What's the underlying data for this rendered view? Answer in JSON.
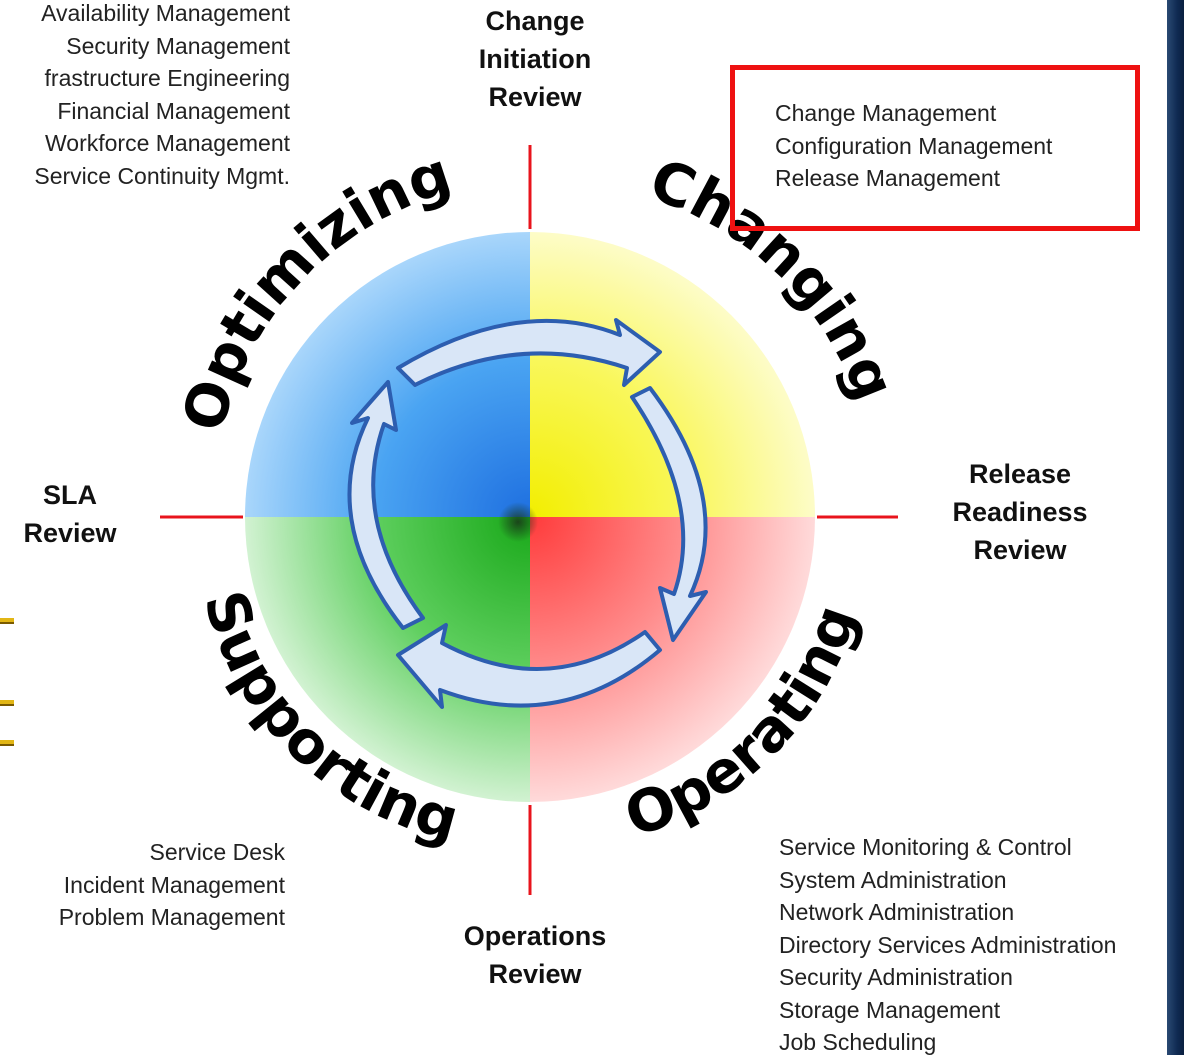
{
  "reviews": {
    "top": "Change\nInitiation\nReview",
    "left": "SLA\nReview",
    "right": "Release\nReadiness\nReview",
    "bottom": "Operations\nReview"
  },
  "quadrants": {
    "optimizing": {
      "label": "Optimizing",
      "color": "#2a8ff0"
    },
    "changing": {
      "label": "Changing",
      "color": "#f5f200"
    },
    "operating": {
      "label": "Operating",
      "color": "#ff4d4d"
    },
    "supporting": {
      "label": "Supporting",
      "color": "#22bb22"
    }
  },
  "lists": {
    "optimizing": [
      "Availability Management",
      "Security Management",
      "frastructure Engineering",
      "Financial Management",
      "Workforce Management",
      "Service Continuity Mgmt."
    ],
    "changing": [
      "Change Management",
      "Configuration Management",
      "Release Management"
    ],
    "supporting": [
      "Service Desk",
      "Incident Management",
      "Problem Management"
    ],
    "operating": [
      "Service Monitoring & Control",
      "System Administration",
      "Network Administration",
      "Directory Services Administration",
      "Security Administration",
      "Storage Management",
      "Job Scheduling"
    ]
  },
  "colors": {
    "axis": "#e8141c",
    "highlight": "#ee1111",
    "arrow_fill": "#d9e6f7",
    "arrow_stroke": "#2d5eb0"
  }
}
